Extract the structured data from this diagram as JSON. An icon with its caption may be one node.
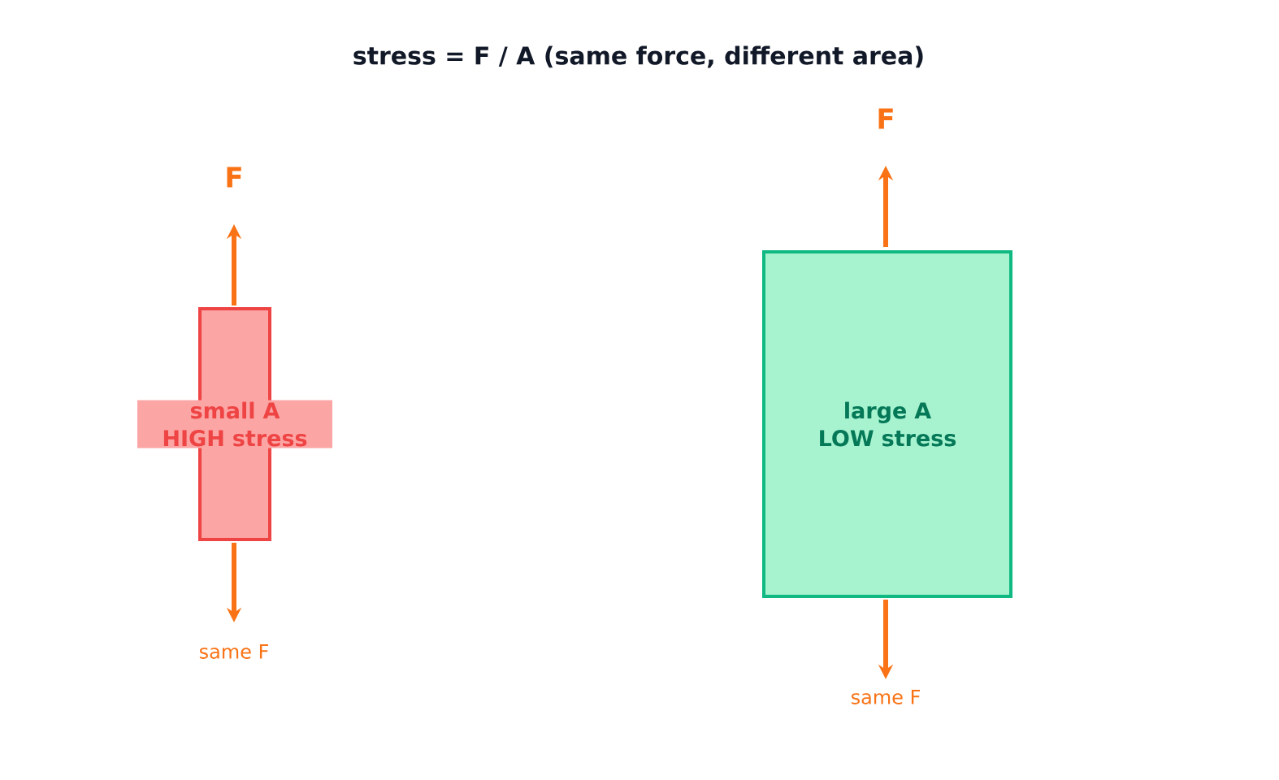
{
  "diagram": {
    "title": "stress = F / A  (same force, different area)",
    "nodes": [
      {
        "text": [
          "small A HIGH stress"
        ]
      },
      {
        "text": [
          "large A LOW stress"
        ]
      }
    ],
    "labels": [
      "F",
      "same F",
      "F",
      "same F"
    ]
  }
}
